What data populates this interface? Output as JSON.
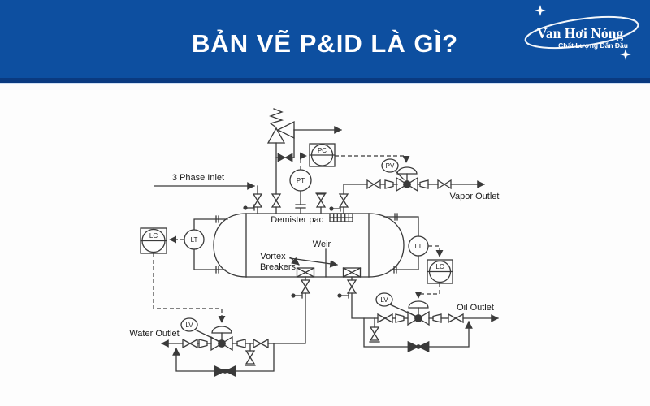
{
  "header": {
    "title": "BẢN VẼ P&ID LÀ GÌ?",
    "logo": {
      "name": "Van Hơi Nóng",
      "tagline": "Chất Lượng Dẫn Đầu"
    },
    "colors": {
      "banner": "#0d4fa0",
      "banner_dark": "#0a3a80",
      "diagram_line": "#3a3a3a"
    }
  },
  "diagram": {
    "labels": {
      "inlet": "3 Phase Inlet",
      "demister": "Demister pad",
      "weir": "Weir",
      "vortex_line1": "Vortex",
      "vortex_line2": "Breakers",
      "vapor_outlet": "Vapor Outlet",
      "oil_outlet": "Oil Outlet",
      "water_outlet": "Water Outlet"
    },
    "instruments": {
      "pt": "PT",
      "pc": "PC",
      "pv": "PV",
      "lt_left": "LT",
      "lc_left": "LC",
      "lt_right": "LT",
      "lc_right": "LC",
      "lv_water": "LV",
      "lv_oil": "LV"
    }
  }
}
